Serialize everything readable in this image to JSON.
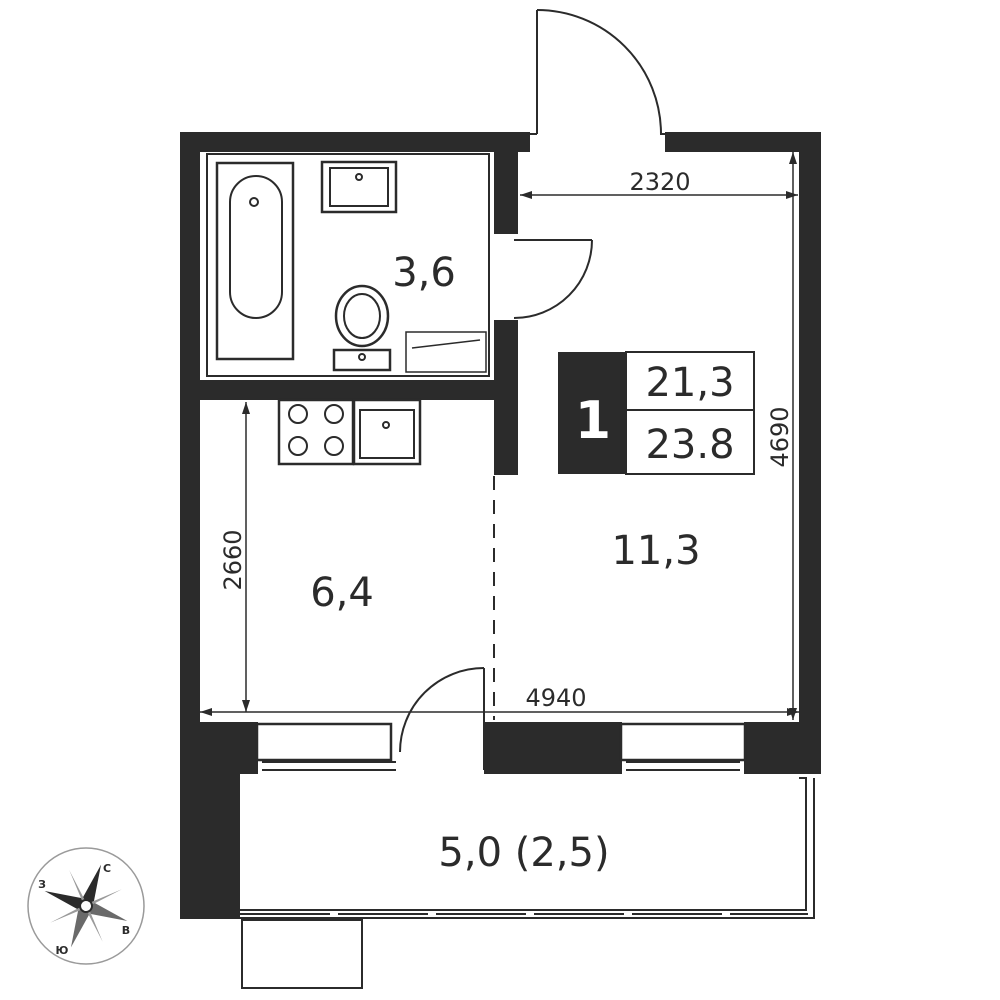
{
  "plan": {
    "rooms": {
      "bathroom": "3,6",
      "kitchen": "6,4",
      "living": "11,3",
      "balcony": "5,0 (2,5)"
    },
    "dimensions": {
      "top_width": "2320",
      "bottom_width": "4940",
      "right_height": "4690",
      "left_height": "2660"
    },
    "badge": {
      "rooms_count": "1",
      "living_area": "21,3",
      "total_area": "23.8"
    },
    "compass": {
      "north": "С",
      "west": "З",
      "east": "В",
      "south": "Ю"
    },
    "colors": {
      "wall": "#2b2b2b",
      "background": "#ffffff",
      "badge_fill": "#2b2b2b"
    }
  }
}
